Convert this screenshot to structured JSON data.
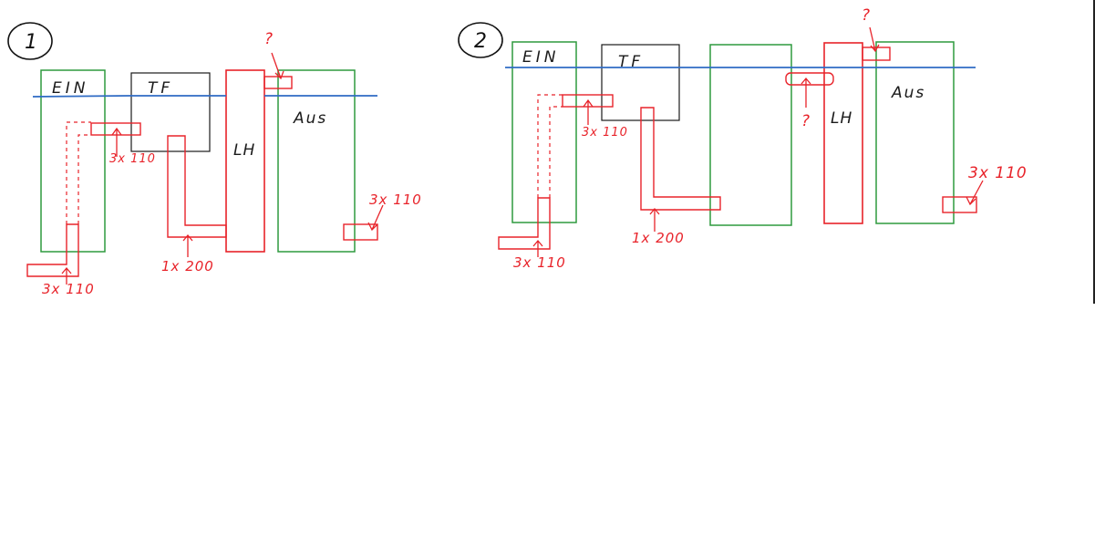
{
  "diagram1": {
    "number": "1",
    "ein": "EIN",
    "tf": "TF",
    "lh": "LH",
    "aus": "Aus",
    "label_3x110_pipe": "3x 110",
    "label_3x110_tf": "3x 110",
    "label_1x200": "1x 200",
    "label_3x110_aus": "3x 110",
    "question": "?"
  },
  "diagram2": {
    "number": "2",
    "ein": "EIN",
    "tf": "TF",
    "lh": "LH",
    "aus": "Aus",
    "label_3x110_pipe": "3x 110",
    "label_3x110_tf": "3x 110",
    "label_1x200": "1x 200",
    "label_3x110_aus": "3x 110",
    "question_top": "?",
    "question_mid": "?"
  },
  "colors": {
    "green": "#2e9a3e",
    "red": "#e8232a",
    "blue": "#2f6bc4",
    "black": "#1a1a1a"
  }
}
